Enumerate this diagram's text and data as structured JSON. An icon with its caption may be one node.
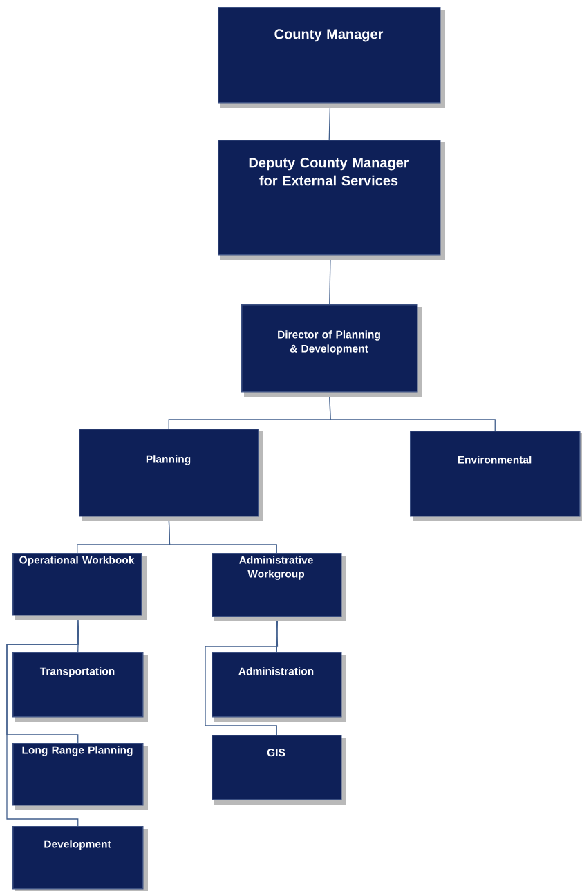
{
  "diagram": {
    "nodes": [
      {
        "text": [
          "County Manager"
        ]
      },
      {
        "text": [
          "Deputy County Manager for External Services"
        ]
      },
      {
        "text": [
          "Director of Planning & Development"
        ]
      },
      {
        "text": [
          "Planning"
        ]
      },
      {
        "text": [
          "Environmental"
        ]
      },
      {
        "text": [
          "Operational Workbook"
        ]
      },
      {
        "text": [
          "Administrative Workgroup"
        ]
      },
      {
        "text": [
          "Transportation"
        ]
      },
      {
        "text": [
          "Administration"
        ]
      },
      {
        "text": [
          "Long Range Planning"
        ]
      },
      {
        "text": [
          "GIS"
        ]
      },
      {
        "text": [
          "Development"
        ]
      }
    ],
    "edges": [
      {
        "from": 0,
        "to": 1,
        "arrow": "none"
      },
      {
        "from": 1,
        "to": 2,
        "arrow": "none"
      },
      {
        "from": 2,
        "to": 3,
        "arrow": "none"
      },
      {
        "from": 2,
        "to": 4,
        "arrow": "none"
      },
      {
        "from": 3,
        "to": 5,
        "arrow": "none"
      },
      {
        "from": 3,
        "to": 6,
        "arrow": "none"
      },
      {
        "from": 5,
        "to": 7,
        "arrow": "none"
      },
      {
        "from": 5,
        "to": 9,
        "arrow": "none"
      },
      {
        "from": 5,
        "to": 11,
        "arrow": "none"
      },
      {
        "from": 6,
        "to": 8,
        "arrow": "none"
      },
      {
        "from": 6,
        "to": 10,
        "arrow": "none"
      }
    ]
  }
}
